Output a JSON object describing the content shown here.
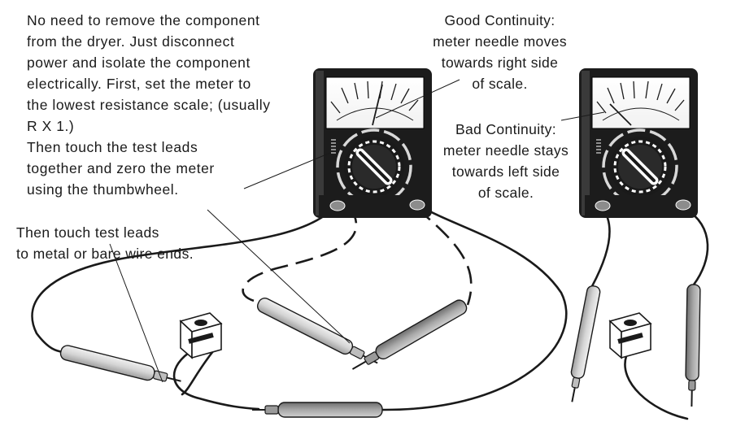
{
  "instructions": {
    "text": "No need to remove the component\nfrom the dryer. Just disconnect\npower and isolate the component\nelectrically. First, set the meter to\nthe lowest resistance scale; (usually\nR X 1.)\nThen touch the test leads\ntogether and zero the meter\nusing the thumbwheel."
  },
  "touch_leads": {
    "text": "Then touch test leads\nto metal or bare wire ends."
  },
  "good_continuity": {
    "text": "Good Continuity:\nmeter needle moves\ntowards right side\nof scale."
  },
  "bad_continuity": {
    "text": "Bad Continuity:\nmeter needle stays\ntowards left side\nof scale."
  },
  "colors": {
    "ink": "#1a1a1a",
    "meter_body": "#1c1c1c",
    "probe_light": "#d4d4d4",
    "probe_dark": "#a8a8a8",
    "jack_grey": "#8c8c8c"
  },
  "icons": [
    "multimeter-icon",
    "test-probe-icon",
    "coil-component-icon",
    "selector-knob-icon"
  ]
}
